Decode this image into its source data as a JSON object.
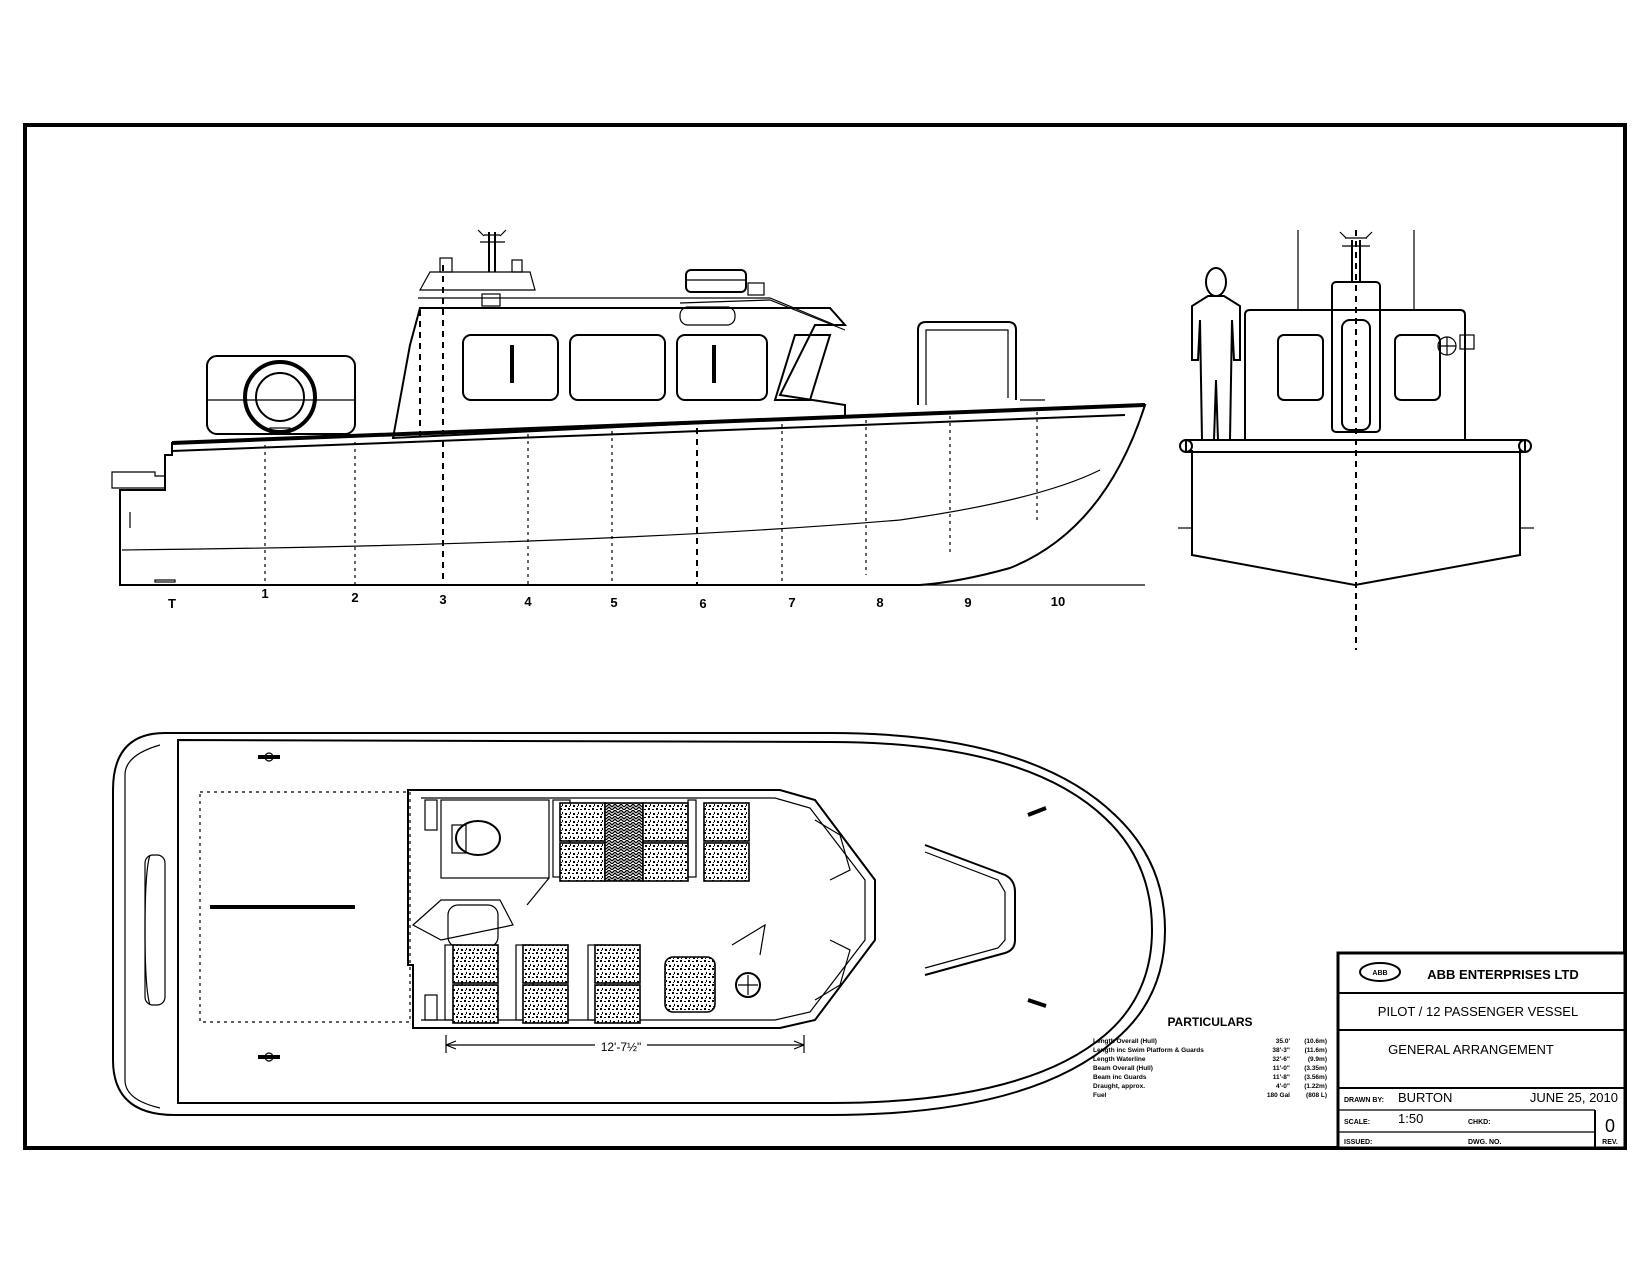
{
  "drawing": {
    "station_labels": [
      "T",
      "1",
      "2",
      "3",
      "4",
      "5",
      "6",
      "7",
      "8",
      "9",
      "10"
    ],
    "dimension_label": "12'-7½\"",
    "radar_label": "",
    "particulars": {
      "title": "PARTICULARS",
      "rows": [
        {
          "label": "Length Overall (Hull)",
          "value": "35.0'",
          "metric": "(10.6m)"
        },
        {
          "label": "Length inc Swim Platform & Guards",
          "value": "38'-3\"",
          "metric": "(11.6m)"
        },
        {
          "label": "Length Waterline",
          "value": "32'-6\"",
          "metric": "(9.9m)"
        },
        {
          "label": "Beam Overall (Hull)",
          "value": "11'-0\"",
          "metric": "(3.35m)"
        },
        {
          "label": "Beam inc Guards",
          "value": "11'-8\"",
          "metric": "(3.56m)"
        },
        {
          "label": "Draught, approx.",
          "value": "4'-0\"",
          "metric": "(1.22m)"
        },
        {
          "label": "Fuel",
          "value": "180 Gal",
          "metric": "(808 L)"
        }
      ]
    },
    "title_block": {
      "company": "ABB ENTERPRISES LTD",
      "logo_text": "ABB",
      "vessel": "PILOT / 12 PASSENGER   VESSEL",
      "drawing_title": "GENERAL  ARRANGEMENT",
      "drawn_by_label": "DRAWN BY:",
      "drawn_by": "BURTON",
      "date": "JUNE 25, 2010",
      "scale_label": "SCALE:",
      "scale": "1:50",
      "chkd_label": "CHKD:",
      "issued_label": "ISSUED:",
      "dwg_no_label": "DWG. NO.",
      "rev": "0",
      "rev_label": "REV."
    }
  }
}
